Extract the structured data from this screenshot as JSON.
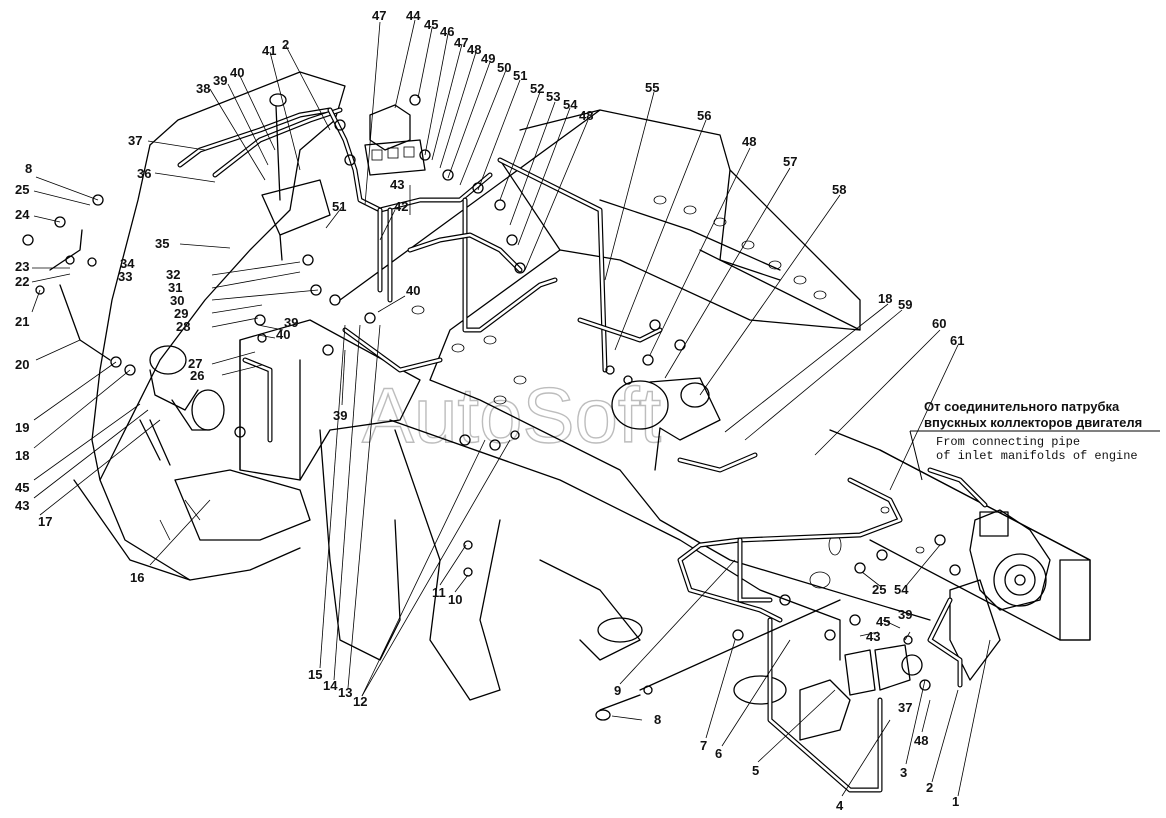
{
  "watermark": "AutoSoft",
  "annotation": {
    "ru_line1": "От соединительного патрубка",
    "ru_line2": "впускных коллекторов двигателя",
    "en_line1": "From connecting pipe",
    "en_line2": "of inlet manifolds of engine"
  },
  "callouts": {
    "c1": "1",
    "c2": "2",
    "c2b": "2",
    "c3": "3",
    "c4": "4",
    "c5": "5",
    "c6": "6",
    "c7": "7",
    "c8": "8",
    "c8b": "8",
    "c9": "9",
    "c10": "10",
    "c11": "11",
    "c12": "12",
    "c13": "13",
    "c14": "14",
    "c15": "15",
    "c16": "16",
    "c17": "17",
    "c18": "18",
    "c18b": "18",
    "c19": "19",
    "c20": "20",
    "c21": "21",
    "c22": "22",
    "c23": "23",
    "c24": "24",
    "c25": "25",
    "c25b": "25",
    "c26": "26",
    "c27": "27",
    "c28": "28",
    "c29": "29",
    "c30": "30",
    "c31": "31",
    "c32": "32",
    "c33": "33",
    "c34": "34",
    "c35": "35",
    "c36": "36",
    "c37": "37",
    "c37b": "37",
    "c38": "38",
    "c39": "39",
    "c39b": "39",
    "c39c": "39",
    "c39d": "39",
    "c40": "40",
    "c40b": "40",
    "c40c": "40",
    "c41": "41",
    "c42": "42",
    "c43": "43",
    "c43b": "43",
    "c43c": "43",
    "c44": "44",
    "c45": "45",
    "c45b": "45",
    "c45c": "45",
    "c46": "46",
    "c47": "47",
    "c47b": "47",
    "c48": "48",
    "c48b": "48",
    "c48c": "48",
    "c49": "49",
    "c50": "50",
    "c51": "51",
    "c51b": "51",
    "c52": "52",
    "c53": "53",
    "c54": "54",
    "c54b": "54",
    "c55": "55",
    "c56": "56",
    "c57": "57",
    "c58": "58",
    "c59": "59",
    "c60": "60",
    "c61": "61"
  }
}
